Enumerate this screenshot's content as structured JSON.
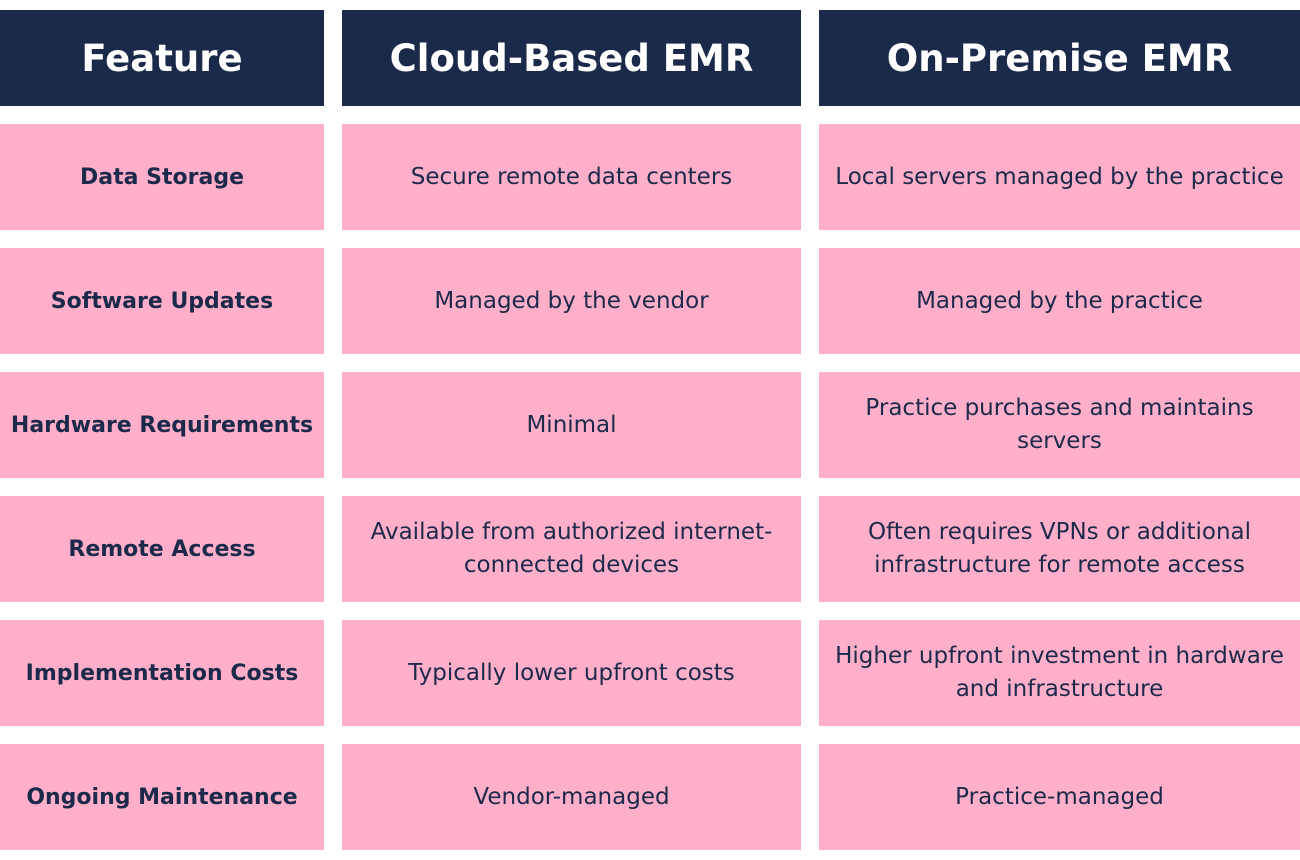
{
  "table": {
    "headers": [
      "Feature",
      "Cloud-Based EMR",
      "On-Premise EMR"
    ],
    "rows": [
      {
        "feature": "Data Storage",
        "cloud": "Secure remote data centers",
        "onprem": "Local servers managed by the practice"
      },
      {
        "feature": "Software Updates",
        "cloud": "Managed by the vendor",
        "onprem": "Managed by the practice"
      },
      {
        "feature": "Hardware Requirements",
        "cloud": "Minimal",
        "onprem": "Practice purchases and maintains servers"
      },
      {
        "feature": "Remote Access",
        "cloud": "Available from authorized internet-connected devices",
        "onprem": "Often requires VPNs or additional infrastructure for remote access"
      },
      {
        "feature": "Implementation Costs",
        "cloud": "Typically lower upfront costs",
        "onprem": "Higher upfront investment in hardware and infrastructure"
      },
      {
        "feature": "Ongoing Maintenance",
        "cloud": "Vendor-managed",
        "onprem": "Practice-managed"
      }
    ]
  },
  "colors": {
    "header_bg": "#1b2a4a",
    "header_text": "#ffffff",
    "cell_bg": "#ffafc9",
    "cell_text": "#1b2a4a"
  }
}
